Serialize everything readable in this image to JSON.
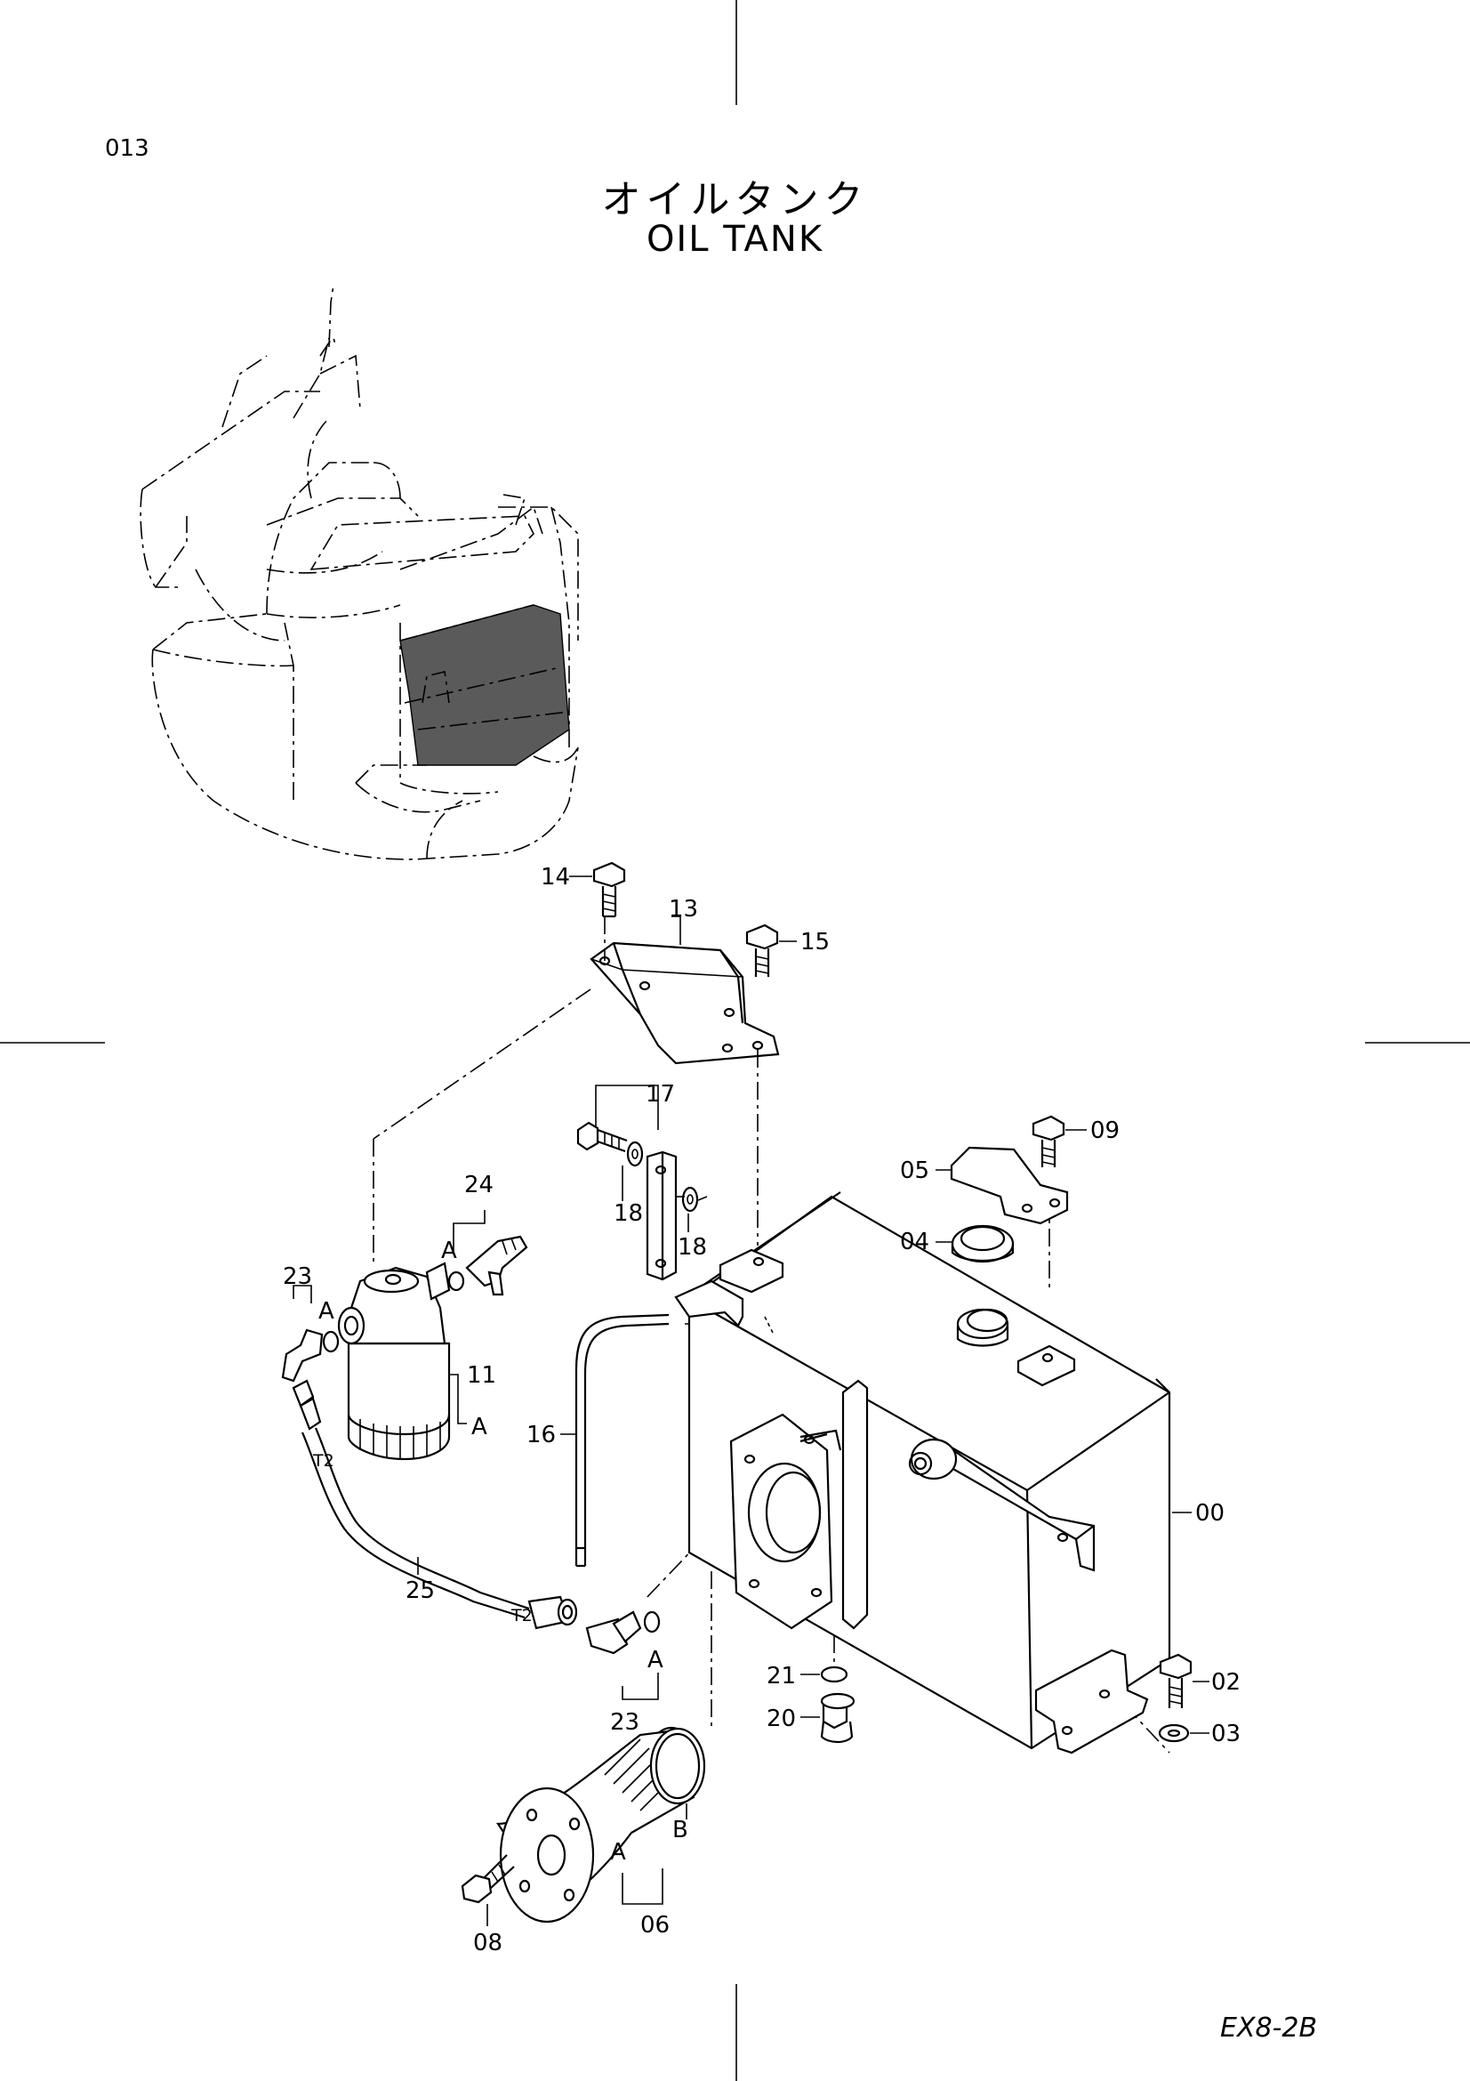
{
  "page_number": "013",
  "title_jp": "オイルタンク",
  "title_en": "OIL  TANK",
  "model_code": "EX8-2B",
  "callouts": {
    "p00": "00",
    "p02": "02",
    "p03": "03",
    "p04": "04",
    "p05": "05",
    "p06": "06",
    "p08": "08",
    "p09": "09",
    "p11": "11",
    "p13": "13",
    "p14": "14",
    "p15": "15",
    "p16": "16",
    "p17": "17",
    "p18a": "18",
    "p18b": "18",
    "p20": "20",
    "p21": "21",
    "p23a": "23",
    "p23b": "23",
    "p24": "24",
    "p25": "25"
  },
  "markers": {
    "a1": "A",
    "a2": "A",
    "a3": "A",
    "a4": "A",
    "a5": "A",
    "b1": "B",
    "t2a": "T2",
    "t2b": "T2"
  }
}
